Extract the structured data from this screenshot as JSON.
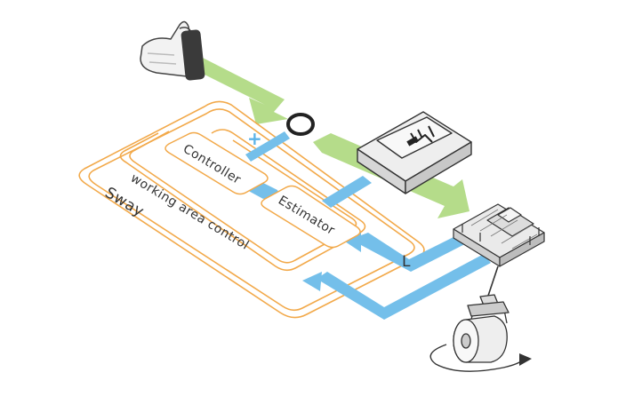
{
  "diagram": {
    "labels": {
      "controller": "Controller",
      "estimator": "Estimator",
      "working_area_control": "working area control",
      "sway": "Sway",
      "plus": "+",
      "length": "L"
    },
    "colors": {
      "blue_flow": "#74bfea",
      "green_flow": "#b5dc8a",
      "orange_loop": "#f2a94a",
      "outline": "#333333",
      "device_gray": "#e6e6e6"
    },
    "icons": [
      "thumbs-up-hand-icon",
      "summing-junction-icon",
      "controller-panel-icon",
      "overhead-crane-icon",
      "hanging-load-icon",
      "rotation-arrow-icon"
    ]
  }
}
